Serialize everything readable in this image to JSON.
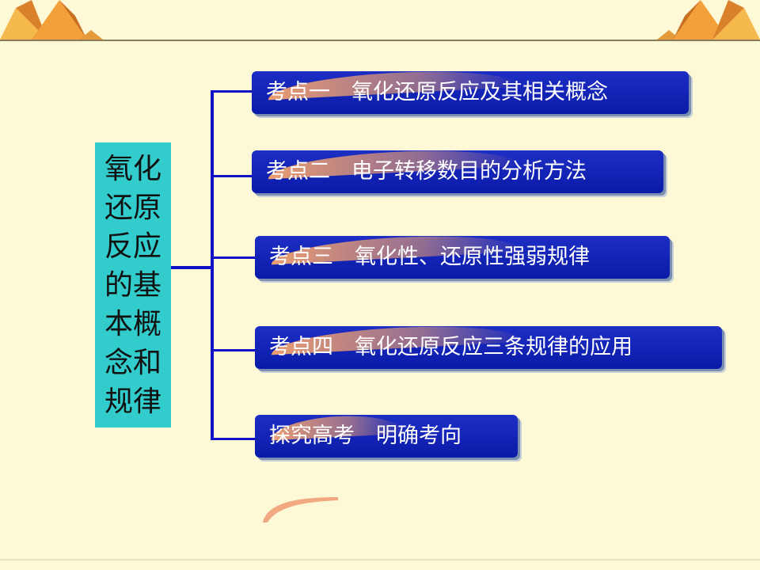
{
  "center_topic": "氧化还原反应的基本概念和规律",
  "items": [
    {
      "label": "考点一　氧化还原反应及其相关概念"
    },
    {
      "label": "考点二　电子转移数目的分析方法"
    },
    {
      "label": "考点三　氧化性、还原性强弱规律"
    },
    {
      "label": "考点四　氧化还原反应三条规律的应用"
    },
    {
      "label": "探究高考　明确考向"
    }
  ],
  "colors": {
    "background": "#fdf8d6",
    "topic_box": "#33cccc",
    "item_box": "#1020b8",
    "connector": "#1010c8",
    "decor_orange": "#f2a03a"
  }
}
